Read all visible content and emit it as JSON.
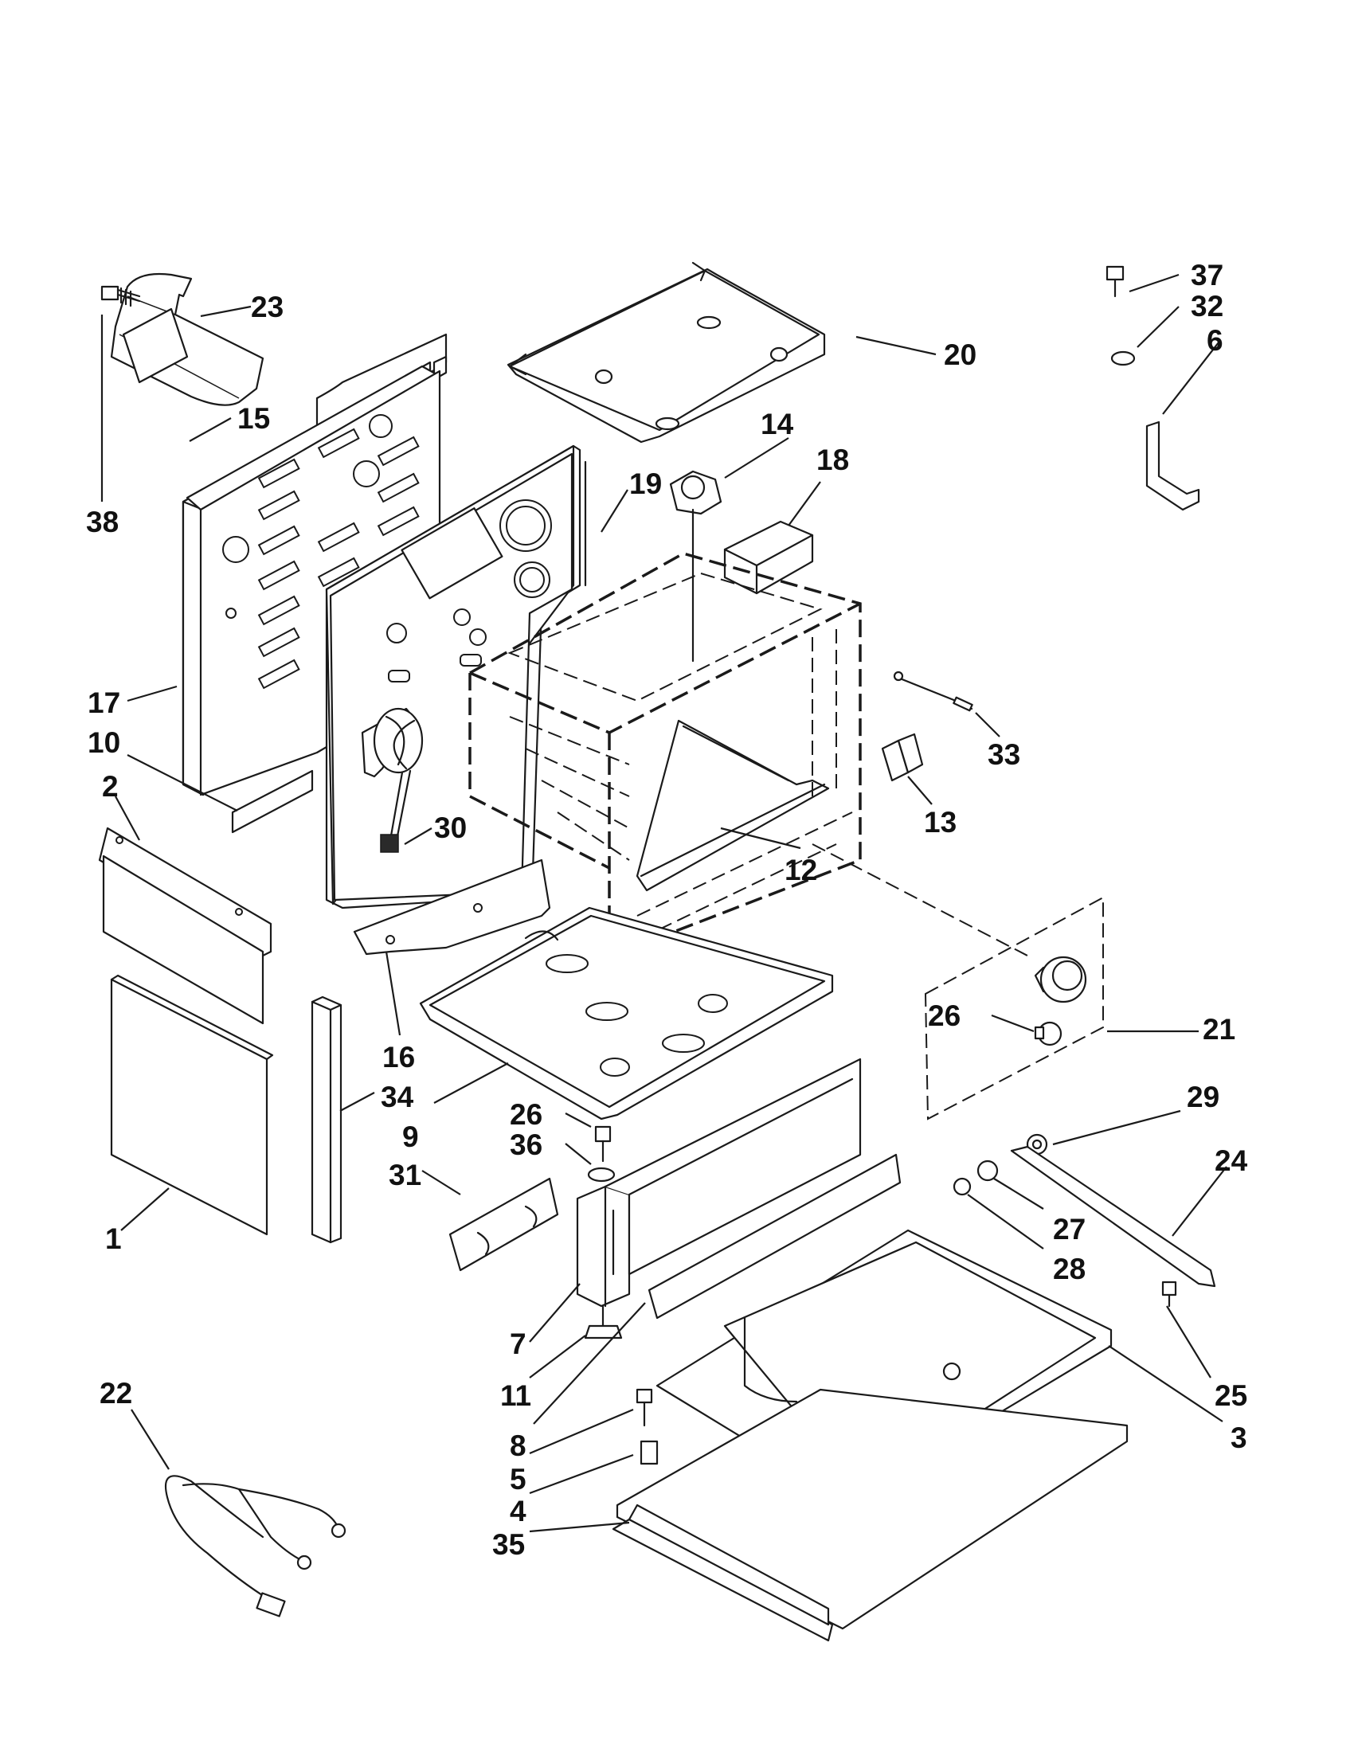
{
  "diagram": {
    "callouts": [
      {
        "id": "c37",
        "label": "37"
      },
      {
        "id": "c32",
        "label": "32"
      },
      {
        "id": "c6",
        "label": "6"
      },
      {
        "id": "c23",
        "label": "23"
      },
      {
        "id": "c15",
        "label": "15"
      },
      {
        "id": "c38",
        "label": "38"
      },
      {
        "id": "c20",
        "label": "20"
      },
      {
        "id": "c14",
        "label": "14"
      },
      {
        "id": "c18",
        "label": "18"
      },
      {
        "id": "c19",
        "label": "19"
      },
      {
        "id": "c17",
        "label": "17"
      },
      {
        "id": "c10",
        "label": "10"
      },
      {
        "id": "c2",
        "label": "2"
      },
      {
        "id": "c33",
        "label": "33"
      },
      {
        "id": "c13",
        "label": "13"
      },
      {
        "id": "c30",
        "label": "30"
      },
      {
        "id": "c12",
        "label": "12"
      },
      {
        "id": "c16",
        "label": "16"
      },
      {
        "id": "c26a",
        "label": "26"
      },
      {
        "id": "c21",
        "label": "21"
      },
      {
        "id": "c34",
        "label": "34"
      },
      {
        "id": "c9",
        "label": "9"
      },
      {
        "id": "c26b",
        "label": "26"
      },
      {
        "id": "c36",
        "label": "36"
      },
      {
        "id": "c29",
        "label": "29"
      },
      {
        "id": "c24",
        "label": "24"
      },
      {
        "id": "c31",
        "label": "31"
      },
      {
        "id": "c1",
        "label": "1"
      },
      {
        "id": "c27",
        "label": "27"
      },
      {
        "id": "c28",
        "label": "28"
      },
      {
        "id": "c7",
        "label": "7"
      },
      {
        "id": "c25",
        "label": "25"
      },
      {
        "id": "c11",
        "label": "11"
      },
      {
        "id": "c3",
        "label": "3"
      },
      {
        "id": "c8",
        "label": "8"
      },
      {
        "id": "c5",
        "label": "5"
      },
      {
        "id": "c4",
        "label": "4"
      },
      {
        "id": "c35",
        "label": "35"
      },
      {
        "id": "c22",
        "label": "22"
      }
    ]
  }
}
